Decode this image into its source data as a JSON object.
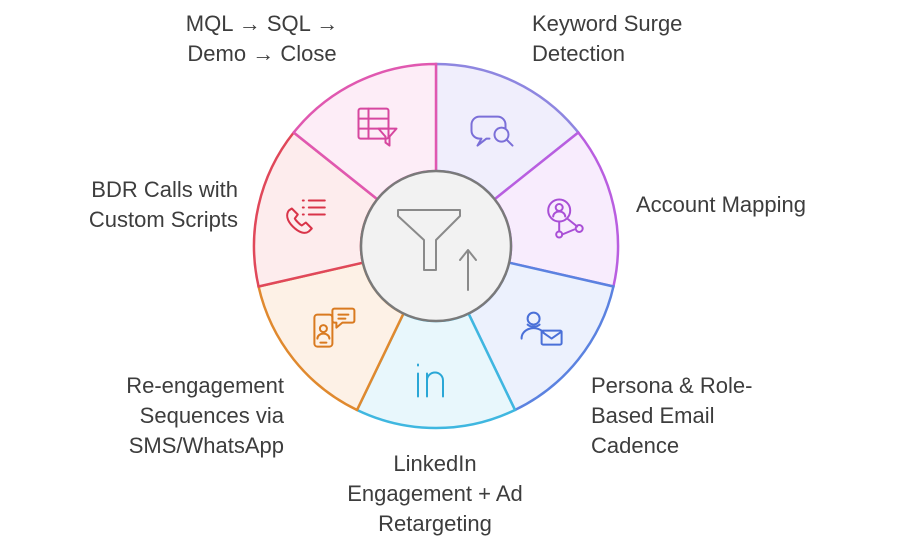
{
  "center": {
    "icon": "funnel-up-arrow-icon"
  },
  "segments": [
    {
      "id": "keyword-surge",
      "lines": [
        "Keyword Surge",
        "Detection"
      ],
      "icon": "chat-search-icon",
      "stroke": "#8e86e0",
      "fill": "#f0eefc",
      "icon_color": "#7b6fd8"
    },
    {
      "id": "account-mapping",
      "lines": [
        "Account Mapping"
      ],
      "icon": "user-network-icon",
      "stroke": "#b95ee0",
      "fill": "#f8ecfd",
      "icon_color": "#a94fd6"
    },
    {
      "id": "persona-email",
      "lines": [
        "Persona & Role-",
        "Based Email",
        "Cadence"
      ],
      "icon": "person-mail-icon",
      "stroke": "#5b82e0",
      "fill": "#ecf1fd",
      "icon_color": "#4a70d8"
    },
    {
      "id": "linkedin",
      "lines": [
        "LinkedIn",
        "Engagement + Ad",
        "Retargeting"
      ],
      "icon": "linkedin-icon",
      "stroke": "#3fb7e0",
      "fill": "#e8f7fc",
      "icon_color": "#2aa7d6"
    },
    {
      "id": "reengagement",
      "lines": [
        "Re-engagement",
        "Sequences via",
        "SMS/WhatsApp"
      ],
      "icon": "phone-message-icon",
      "stroke": "#e0892e",
      "fill": "#fdf1e6",
      "icon_color": "#d97a20"
    },
    {
      "id": "bdr-calls",
      "lines": [
        "BDR Calls with",
        "Custom Scripts"
      ],
      "icon": "phone-list-icon",
      "stroke": "#e0485a",
      "fill": "#fdeced",
      "icon_color": "#d93449"
    },
    {
      "id": "mql-sql",
      "lines": [
        "MQL → SQL →",
        "Demo → Close"
      ],
      "icon": "table-filter-icon",
      "stroke": "#e058b0",
      "fill": "#fdedf7",
      "icon_color": "#d6479f"
    }
  ]
}
